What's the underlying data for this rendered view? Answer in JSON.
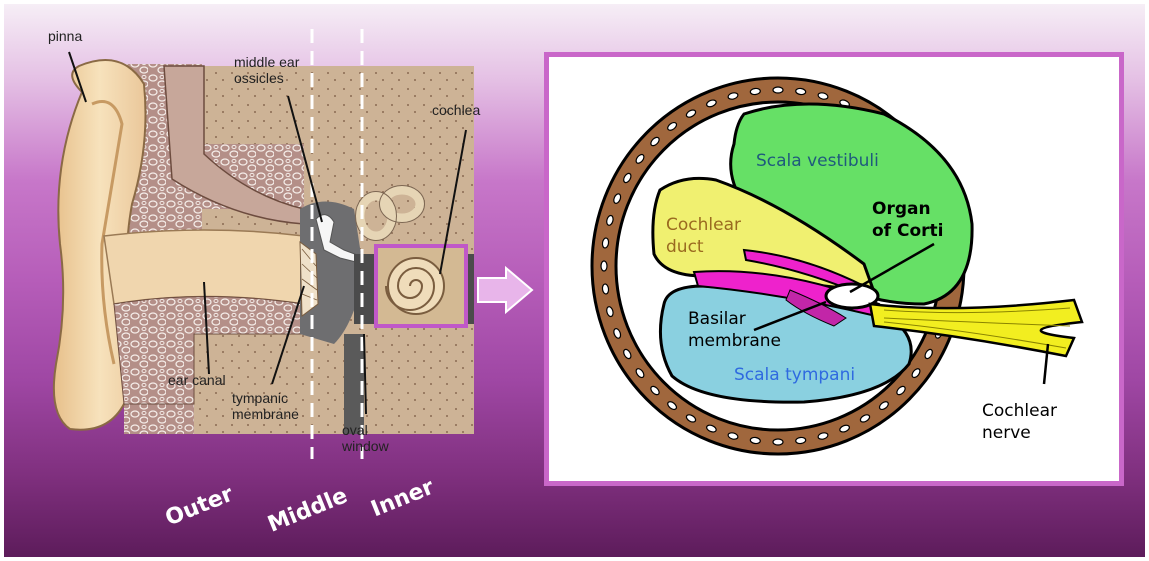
{
  "ear_labels": {
    "pinna": "pinna",
    "ossicles": "middle ear\nossicles",
    "cochlea": "cochlea",
    "ear_canal": "ear canal",
    "tympanic": "tympanic\nmembrane",
    "oval_window": "oval\nwindow"
  },
  "regions": {
    "outer": "Outer",
    "middle": "Middle",
    "inner": "Inner"
  },
  "cochlea_labels": {
    "scala_vestibuli": "Scala  vestibuli",
    "cochlear_duct": "Cochlear\nduct",
    "organ_of_corti": "Organ\nof Corti",
    "basilar_membrane": "Basilar\nmembrane",
    "scala_tympani": "Scala tympani",
    "cochlear_nerve": "Cochlear\nnerve"
  },
  "colors": {
    "bone": "#a0673d",
    "scala_vestibuli": "#66e066",
    "cochlear_duct": "#f0f070",
    "scala_tympani": "#8ad0e0",
    "organ": "#ee22cc",
    "nerve": "#f2ee20",
    "frame": "#c967c9"
  }
}
